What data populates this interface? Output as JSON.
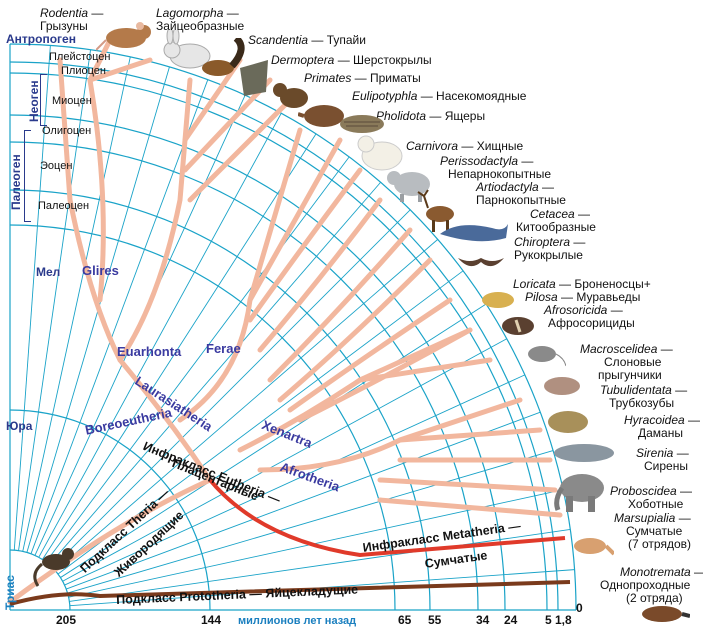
{
  "eras": {
    "anthropogene": "Антропоген",
    "neogene": "Неоген",
    "paleogene": "Палеоген",
    "cretaceous": "Мел",
    "jurassic": "Юра",
    "triassic": "Триас"
  },
  "epochs": {
    "pleistocene": "Плейстоцен",
    "pliocene": "Плиоцен",
    "miocene": "Миоцен",
    "oligocene": "Олигоцен",
    "eocene": "Эоцен",
    "paleocene": "Палеоцен"
  },
  "clades": {
    "glires": "Glires",
    "euarchonta": "Euarhonta",
    "ferae": "Ferae",
    "laurasiatheria": "Laurasiatheria",
    "boreoeutheria": "Boreoeutheria",
    "xenartra": "Xenartra",
    "afrotheria": "Afrotheria"
  },
  "subclasses": {
    "theria_line1": "Подкласс Theria —",
    "theria_line2": "Живородящие",
    "eutheria_line1": "Инфракласс Eutheria —",
    "eutheria_line2": "Плацентарные",
    "metatheria_line1": "Инфракласс Metatheria —",
    "metatheria_line2": "Сумчатые",
    "prototheria": "Подкласс Prototheria — Яйцекладущие"
  },
  "orders": [
    {
      "latin": "Rodentia",
      "suffix": " —",
      "ru": "Грызуны"
    },
    {
      "latin": "Lagomorpha",
      "suffix": " —",
      "ru": "Зайцеобразные"
    },
    {
      "latin": "Scandentia",
      "suffix": " — Тупайи",
      "ru": ""
    },
    {
      "latin": "Dermoptera",
      "suffix": " — Шерстокрылы",
      "ru": ""
    },
    {
      "latin": "Primates",
      "suffix": " — Приматы",
      "ru": ""
    },
    {
      "latin": "Eulipotyphla",
      "suffix": " — Насекомоядные",
      "ru": ""
    },
    {
      "latin": "Pholidota",
      "suffix": " — Ящеры",
      "ru": ""
    },
    {
      "latin": "Carnivora",
      "suffix": " — Хищные",
      "ru": ""
    },
    {
      "latin": "Perissodactyla",
      "suffix": " —",
      "ru": "Непарнокопытные"
    },
    {
      "latin": "Artiodactyla",
      "suffix": " —",
      "ru": "Парнокопытные"
    },
    {
      "latin": "Cetacea",
      "suffix": " —",
      "ru": "Китообразные"
    },
    {
      "latin": "Chiroptera",
      "suffix": " —",
      "ru": "Рукокрылые"
    },
    {
      "latin": "Loricata",
      "suffix": " — Броненосцы+",
      "ru": ""
    },
    {
      "latin": "Pilosa",
      "suffix": " — Муравьеды",
      "ru": ""
    },
    {
      "latin": "Afrosoricida",
      "suffix": " —",
      "ru": "Афросорициды"
    },
    {
      "latin": "Macroscelidea",
      "suffix": " —",
      "ru": "Слоновые"
    },
    {
      "latin": "",
      "suffix": "",
      "ru": "прыгунчики"
    },
    {
      "latin": "Tubulidentata",
      "suffix": " —",
      "ru": "Трубкозубы"
    },
    {
      "latin": "Hyracoidea",
      "suffix": " —",
      "ru": "Даманы"
    },
    {
      "latin": "Sirenia",
      "suffix": " —",
      "ru": "Сирены"
    },
    {
      "latin": "Proboscidea",
      "suffix": " —",
      "ru": "Хоботные"
    },
    {
      "latin": "Marsupialia",
      "suffix": " —",
      "ru": "Сумчатые"
    },
    {
      "latin": "",
      "suffix": "",
      "ru": "(7 отрядов)"
    },
    {
      "latin": "Monotremata",
      "suffix": " —",
      "ru": "Однопроходные"
    },
    {
      "latin": "",
      "suffix": "",
      "ru": "(2 отряда)"
    }
  ],
  "axis": {
    "title": "миллионов лет назад",
    "ticks": [
      "205",
      "144",
      "65",
      "55",
      "34",
      "24",
      "5",
      "1,8",
      "0"
    ]
  },
  "colors": {
    "grid": "#1aa3c8",
    "eutheria_branch": "#f2b79e",
    "metatheria_branch": "#e03a2a",
    "prototheria_branch": "#7a3a1c",
    "era_text": "#2a3a8c",
    "clade_text": "#3a3aa0",
    "axis_text": "#1a7fbf"
  },
  "animals": [
    "rat-icon",
    "rabbit-icon",
    "treeshrew-icon",
    "colugo-icon",
    "monkey-icon",
    "shrew-icon",
    "pangolin-icon",
    "bear-icon",
    "rhino-icon",
    "deer-icon",
    "whale-icon",
    "bat-icon",
    "armadillo-icon",
    "anteater-icon",
    "tenrec-icon",
    "elephant-shrew-icon",
    "aardvark-icon",
    "hyrax-icon",
    "manatee-icon",
    "elephant-icon",
    "kangaroo-icon",
    "platypus-icon",
    "primate-ancestor-icon"
  ]
}
